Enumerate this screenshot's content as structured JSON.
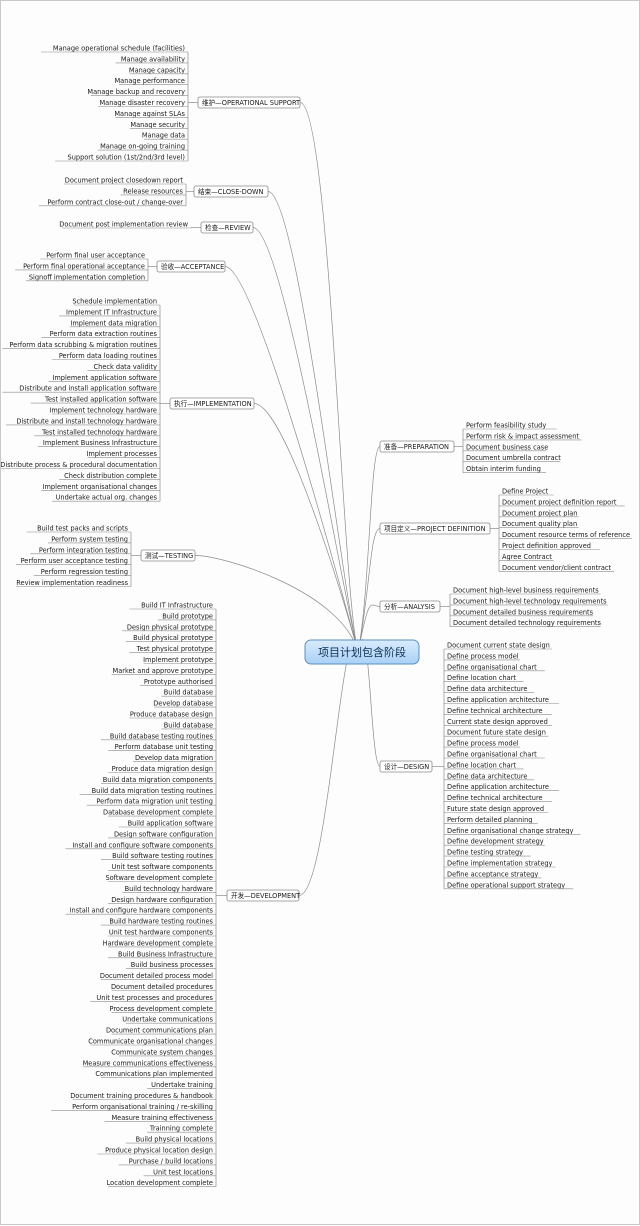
{
  "central": {
    "label": "项目计划包含阶段"
  },
  "colors": {
    "central_fill_top": "#d9ecff",
    "central_fill_bottom": "#a9d0f5",
    "central_border": "#5b8fbf",
    "line": "#8c8c8c"
  },
  "left_branches": [
    {
      "id": "operational",
      "label": "维护—OPERATIONAL SUPPORT",
      "items": [
        "Manage operational schedule (facilities)",
        "Manage availability",
        "Manage capacity",
        "Manage performance",
        "Manage backup and recovery",
        "Manage disaster recovery",
        "Manage against SLAs",
        "Manage security",
        "Manage data",
        "Manage on-going training",
        "Support solution (1st/2nd/3rd level)"
      ]
    },
    {
      "id": "closedown",
      "label": "结束—CLOSE-DOWN",
      "items": [
        "Document project closedown report",
        "Release resources",
        "Perform contract close-out / change-over"
      ]
    },
    {
      "id": "review",
      "label": "检查—REVIEW",
      "items": [
        "Document post implementation review"
      ]
    },
    {
      "id": "acceptance",
      "label": "验收—ACCEPTANCE",
      "items": [
        "Perform final user acceptance",
        "Perform final operational acceptance",
        "Signoff implementation completion"
      ]
    },
    {
      "id": "implementation",
      "label": "执行—IMPLEMENTATION",
      "items": [
        "Schedule implementation",
        "Implement IT Infrastructure",
        "Implement data migration",
        "Perform data extraction routines",
        "Perform data scrubbing & migration routines",
        "Perform data loading routines",
        "Check data validity",
        "Implement application software",
        "Distribute and install application software",
        "Test installed application software",
        "Implement technology hardware",
        "Distribute and install technology hardware",
        "Test installed technology hardware",
        "Implement Business Infrastructure",
        "Implement processes",
        "Distribute process & procedural documentation",
        "Check distribution complete",
        "Implement organisational changes",
        "Undertake actual org. changes"
      ]
    },
    {
      "id": "testing",
      "label": "测试—TESTING",
      "items": [
        "Build test packs and scripts",
        "Perform system testing",
        "Perform integration testing",
        "Perform user acceptance testing",
        "Perform regression testing",
        "Review implementation readiness"
      ]
    },
    {
      "id": "development",
      "label": "开发—DEVELOPMENT",
      "items": [
        "Build IT Infrastructure",
        "Build prototype",
        "Design physical prototype",
        "Build physical prototype",
        "Test physical prototype",
        "Implement prototype",
        "Market and approve prototype",
        "Prototype authorised",
        "Build database",
        "Develop database",
        "Produce database design",
        "Build database",
        "Build database testing routines",
        "Perform database unit testing",
        "Develop data migration",
        "Produce data migration design",
        "Build data migration components",
        "Build data migration testing routines",
        "Perform data migration unit testing",
        "Database development complete",
        "Build application software",
        "Design software configuration",
        "Install and configure software components",
        "Build software testing routines",
        "Unit test software components",
        "Software development complete",
        "Build technology hardware",
        "Design hardware configuration",
        "Install and configure hardware components",
        "Build hardware testing routines",
        "Unit test hardware components",
        "Hardware development complete",
        "Build Business Infrastructure",
        "Build business processes",
        "Document detailed process model",
        "Document detailed procedures",
        "Unit test processes and procedures",
        "Process development complete",
        "Undertake communications",
        "Document communications plan",
        "Communicate organisational changes",
        "Communicate system changes",
        "Measure communications effectiveness",
        "Communications plan implemented",
        "Undertake training",
        "Document training procedures & handbook",
        "Perform organisational training / re-skilling",
        "Measure training effectiveness",
        "Trainning complete",
        "Build physical locations",
        "Produce physical location design",
        "Purchase / build locations",
        "Unit test locations",
        "Location development complete"
      ]
    }
  ],
  "right_branches": [
    {
      "id": "preparation",
      "label": "准备—PREPARATION",
      "items": [
        "Perform feasibility study",
        "Perform risk & impact assessment",
        "Document business case",
        "Document umbrella contract",
        "Obtain interim funding"
      ]
    },
    {
      "id": "definition",
      "label": "项目定义—PROJECT DEFINITION",
      "items": [
        "Define Project",
        "Document project definition report",
        "Document project plan",
        "Document quality plan",
        "Document resource terms of reference",
        "Project definition approved",
        "Agree Contract",
        "Document vendor/client contract"
      ]
    },
    {
      "id": "analysis",
      "label": "分析—ANALYSIS",
      "items": [
        "Document high-level business requirements",
        "Document high-level technology requirements",
        "Document detailed business requirements",
        "Document detailed technology requirements"
      ]
    },
    {
      "id": "design",
      "label": "设计—DESIGN",
      "items": [
        "Document current state design",
        "Define process model",
        "Define organisational chart",
        "Define location chart",
        "Define data architecture",
        "Define application architecture",
        "Define technical architecture",
        "Current state design approved",
        "Document future state design",
        "Define process model",
        "Define organisational chart",
        "Define location chart",
        "Define data architecture",
        "Define application architecture",
        "Define technical architecture",
        "Future state design approved",
        "Perform detailed planning",
        "Define organisational change strategy",
        "Define development strategy",
        "Define testing strategy",
        "Define implementation strategy",
        "Define acceptance strategy",
        "Define operational support strategy"
      ]
    }
  ]
}
